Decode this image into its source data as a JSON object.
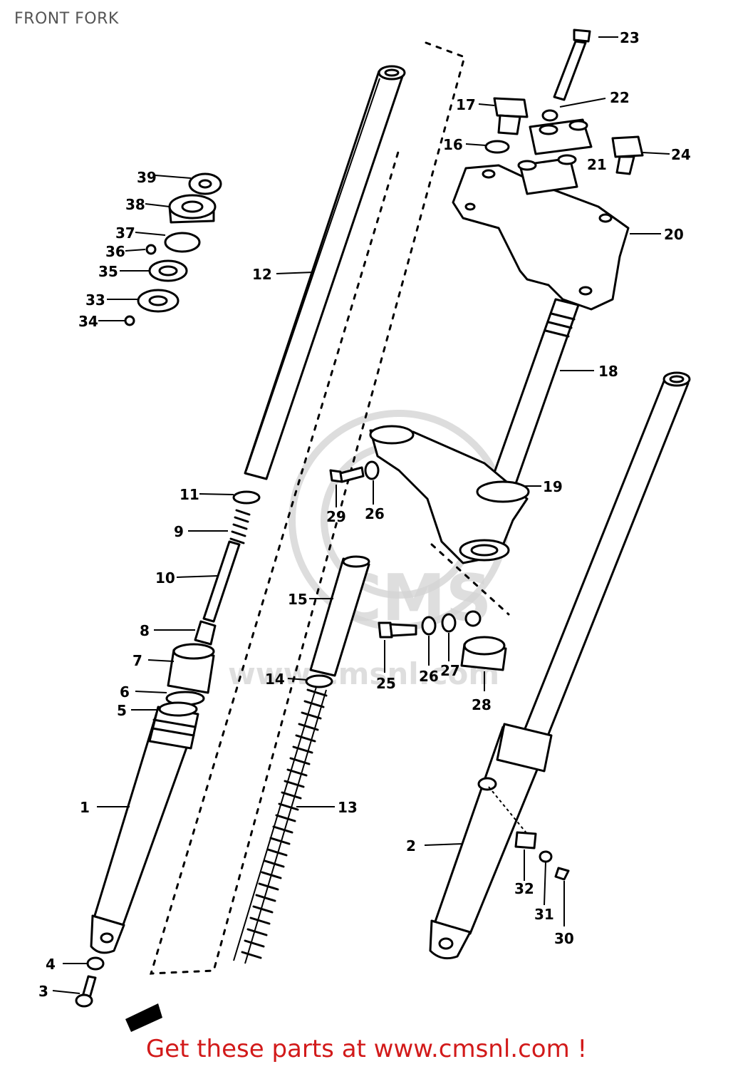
{
  "header": {
    "title": "FRONT FORK"
  },
  "footer": {
    "text": "Get these parts at www.cmsnl.com !"
  },
  "watermark": {
    "logo_text": "CMS",
    "url_text": "www.cmsnl.com"
  },
  "labels": {
    "p1": "1",
    "p2": "2",
    "p3": "3",
    "p4": "4",
    "p5": "5",
    "p6": "6",
    "p7": "7",
    "p8": "8",
    "p9": "9",
    "p10": "10",
    "p11": "11",
    "p12": "12",
    "p13": "13",
    "p14": "14",
    "p15": "15",
    "p16": "16",
    "p17": "17",
    "p18": "18",
    "p19": "19",
    "p20": "20",
    "p21": "21",
    "p22": "22",
    "p23": "23",
    "p24": "24",
    "p25": "25",
    "p26a": "26",
    "p26b": "26",
    "p27": "27",
    "p28": "28",
    "p29": "29",
    "p30": "30",
    "p31": "31",
    "p32": "32",
    "p33": "33",
    "p34": "34",
    "p35": "35",
    "p36": "36",
    "p37": "37",
    "p38": "38",
    "p39": "39"
  }
}
